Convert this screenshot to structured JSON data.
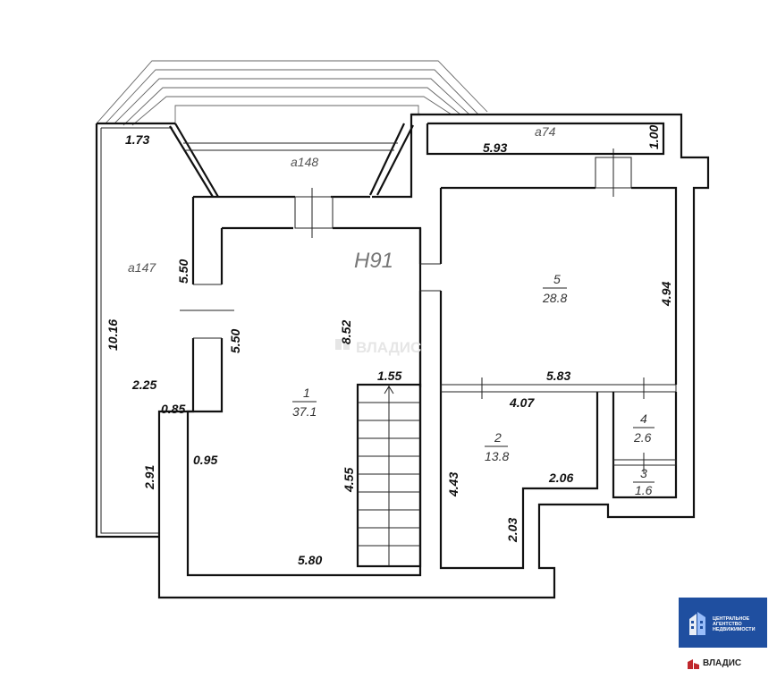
{
  "plan": {
    "floor_label": "Н91",
    "watermark": "ВЛАДИС",
    "areas": {
      "a148": "а148",
      "a147": "а147",
      "a74": "а74"
    },
    "rooms": [
      {
        "number": "1",
        "area": "37.1"
      },
      {
        "number": "2",
        "area": "13.8"
      },
      {
        "number": "4",
        "area": "2.6"
      },
      {
        "number": "3",
        "area": "1.6"
      },
      {
        "number": "5",
        "area": "28.8"
      }
    ],
    "dimensions": {
      "d_1_73": "1.73",
      "d_10_16": "10.16",
      "d_5_50_a": "5.50",
      "d_5_50_b": "5.50",
      "d_2_25": "2.25",
      "d_0_85": "0.85",
      "d_2_91": "2.91",
      "d_0_95": "0.95",
      "d_8_52": "8.52",
      "d_1_55": "1.55",
      "d_4_55": "4.55",
      "d_5_80": "5.80",
      "d_5_93": "5.93",
      "d_1_00": "1.00",
      "d_4_94": "4.94",
      "d_5_83": "5.83",
      "d_4_07": "4.07",
      "d_4_43": "4.43",
      "d_2_06": "2.06",
      "d_2_03": "2.03"
    }
  },
  "logo": {
    "text": "ЦЕНТРАЛЬНОЕ АГЕНТСТВО НЕДВИЖИМОСТИ",
    "brand": "ВЛАДИС",
    "color": "#1f4fa0"
  },
  "icons": [
    "logo-building-icon",
    "vladis-mark-icon",
    "stair-arrow-icon"
  ]
}
